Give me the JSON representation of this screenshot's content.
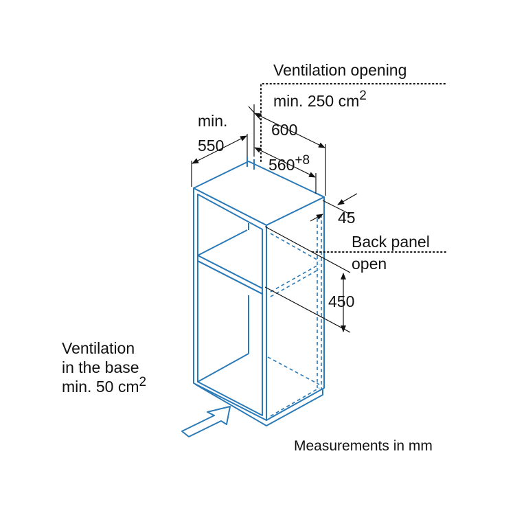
{
  "labels": {
    "vent_opening_line1": "Ventilation opening",
    "vent_opening_line2": "min. 250 cm",
    "vent_opening_sup": "2",
    "min_line1": "min.",
    "min_line2": "550",
    "dim_600": "600",
    "dim_560": "560",
    "dim_560_sup": "+8",
    "dim_45": "45",
    "back_panel_line1": "Back panel",
    "back_panel_line2": "open",
    "dim_450": "450",
    "vent_base_line1": "Ventilation",
    "vent_base_line2": "in the base",
    "vent_base_line3": "min. 50 cm",
    "vent_base_sup": "2",
    "measurements": "Measurements in mm"
  },
  "colors": {
    "cabinet_line": "#2b7ab8",
    "dimension_line": "#111111",
    "background": "#ffffff"
  }
}
